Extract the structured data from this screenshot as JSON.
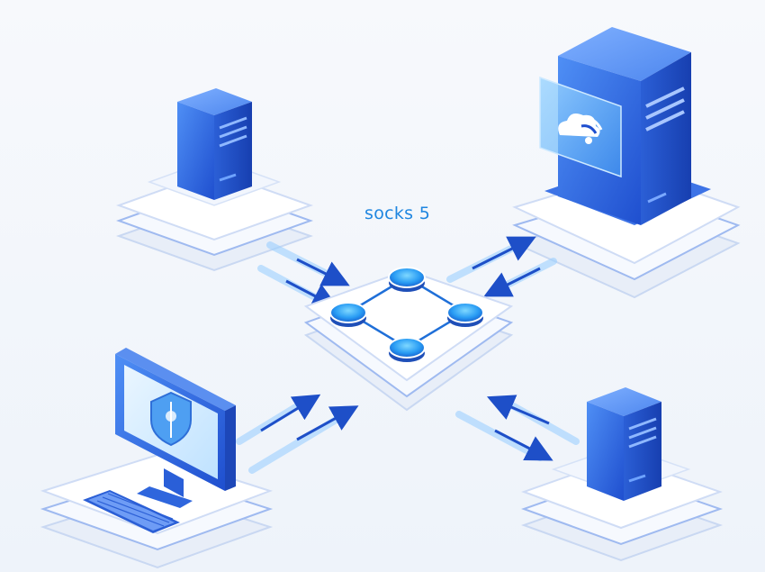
{
  "diagram": {
    "protocol_label": "socks 5",
    "nodes": [
      {
        "id": "server-top-left",
        "icon": "server-icon"
      },
      {
        "id": "cloud-server-top-right",
        "icon": "cloud-wifi-icon"
      },
      {
        "id": "proxy-hub-center",
        "icon": "network-hub-icon"
      },
      {
        "id": "client-computer-bottom-left",
        "icon": "shield-icon"
      },
      {
        "id": "server-bottom-right",
        "icon": "server-icon"
      }
    ],
    "colors": {
      "primary": "#2f6fe0",
      "accent": "#1f86e0",
      "platform": "#f3f6fb",
      "arrow": "#1e4fc8"
    }
  }
}
